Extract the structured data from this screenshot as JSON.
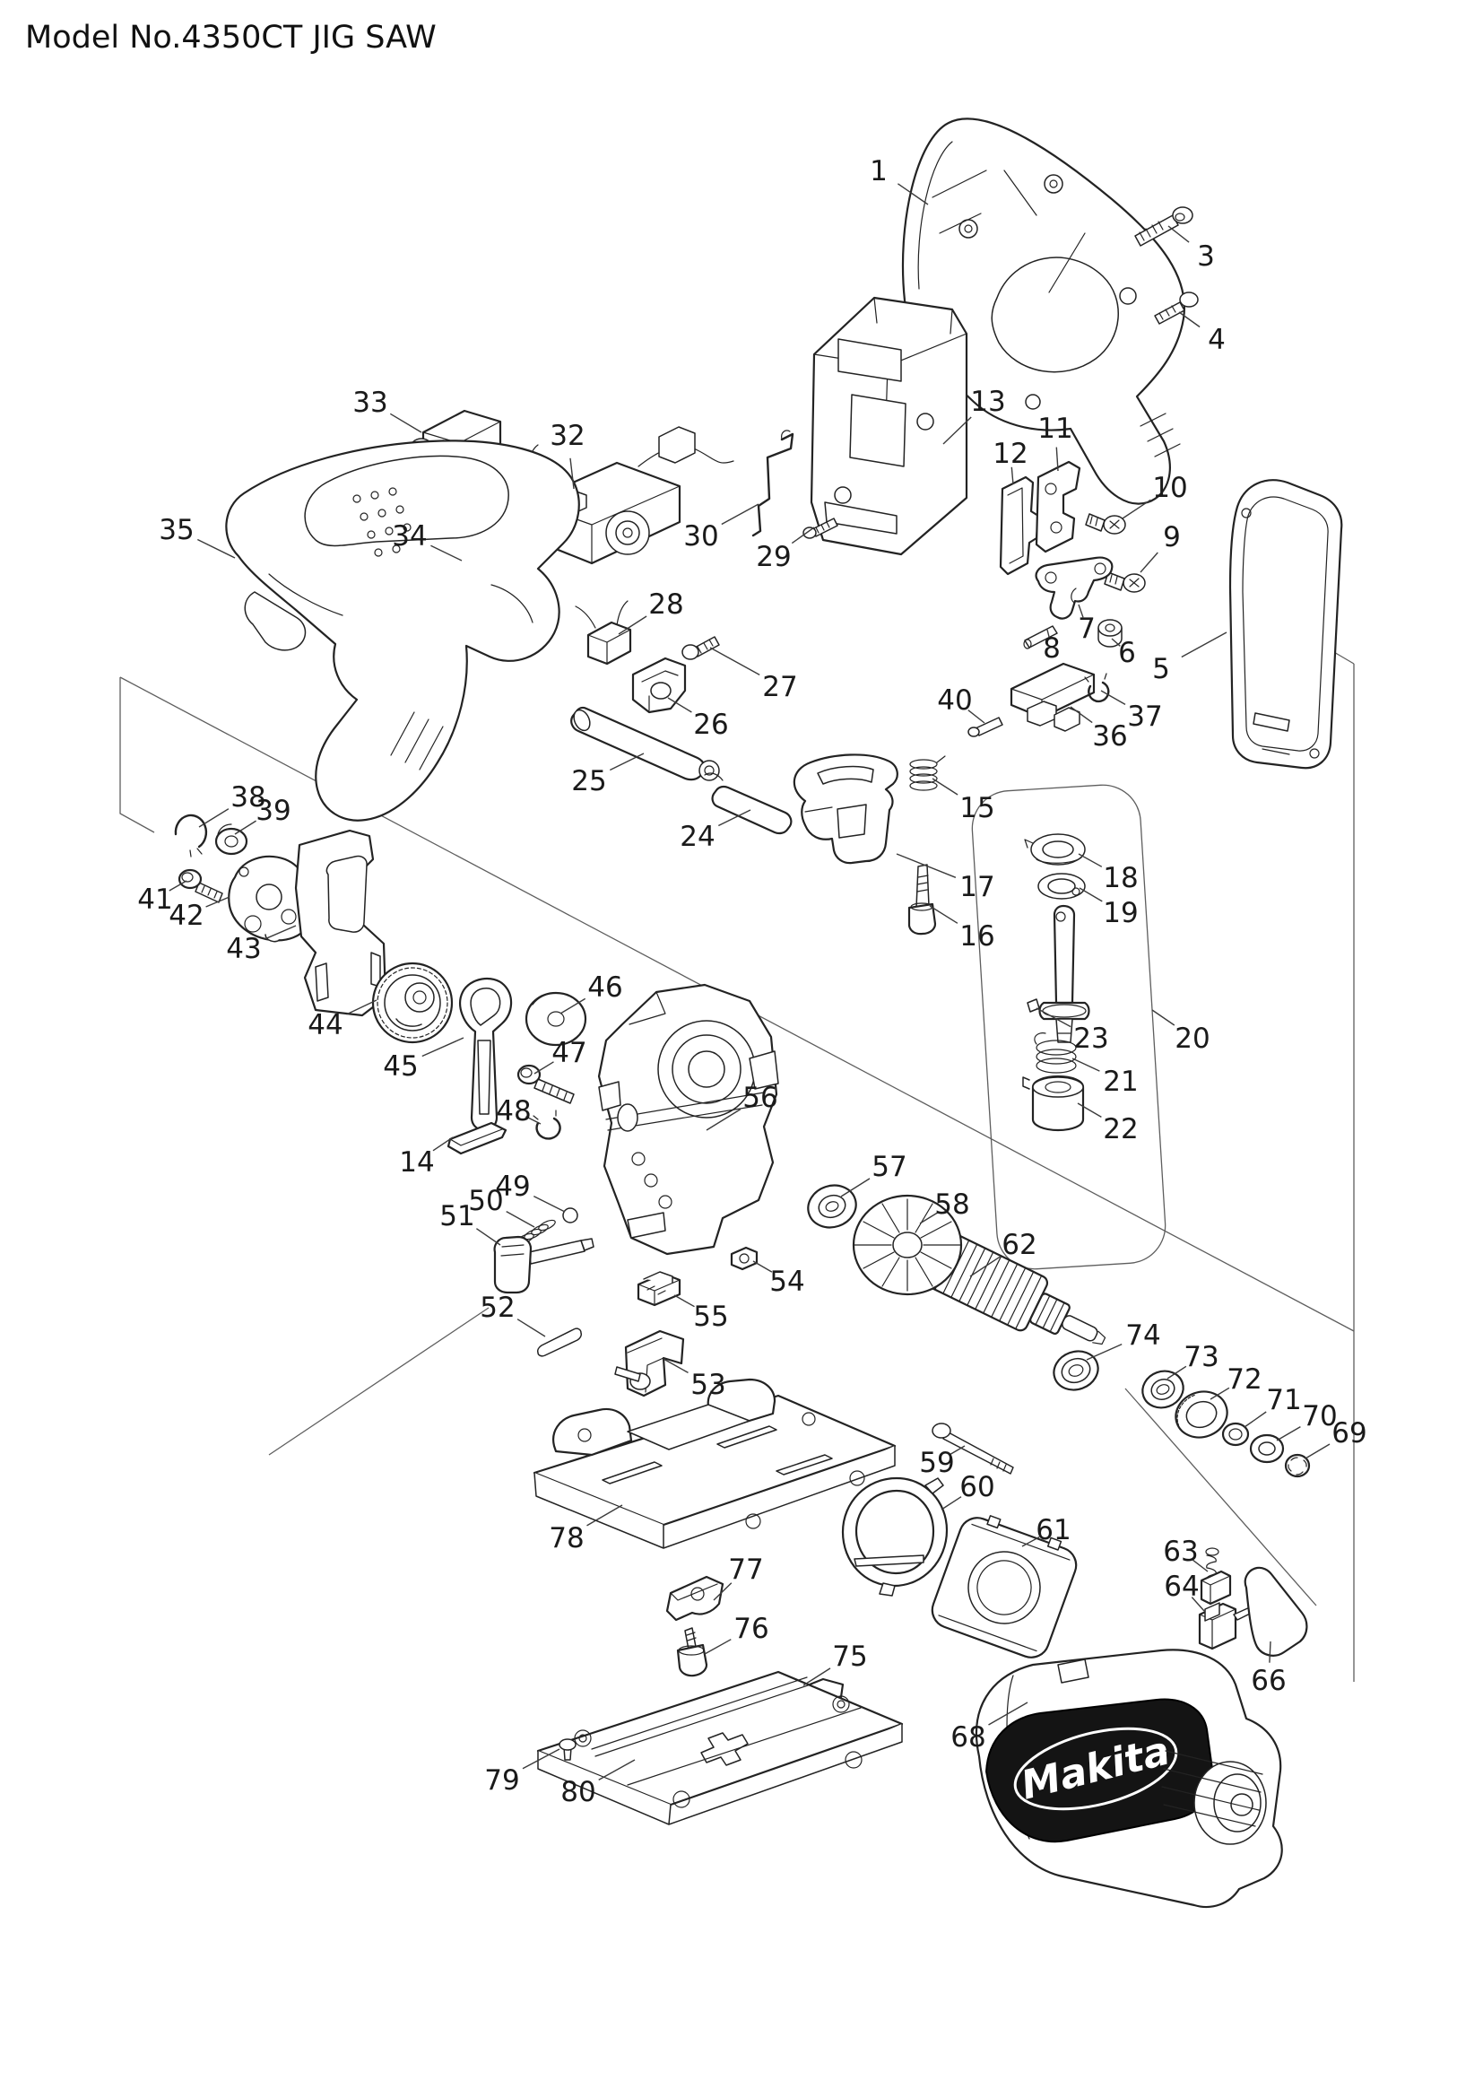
{
  "title": "Model No.4350CT JIG SAW",
  "brand_logo": "Makita",
  "diagram": {
    "ink": "#232323",
    "leader_color": "#3b3b3b",
    "label_font_size": 31,
    "parts": [
      {
        "num": "1",
        "label": [
          980,
          190
        ],
        "target": [
          1035,
          228
        ]
      },
      {
        "num": "3",
        "label": [
          1345,
          285
        ],
        "target": [
          1303,
          252
        ]
      },
      {
        "num": "4",
        "label": [
          1357,
          378
        ],
        "target": [
          1315,
          348
        ]
      },
      {
        "num": "5",
        "label": [
          1295,
          745
        ],
        "target": [
          1368,
          705
        ]
      },
      {
        "num": "6",
        "label": [
          1257,
          727
        ],
        "target": [
          1240,
          712
        ]
      },
      {
        "num": "7",
        "label": [
          1212,
          700
        ],
        "target": [
          1203,
          674
        ]
      },
      {
        "num": "8",
        "label": [
          1173,
          722
        ],
        "target": [
          1168,
          702
        ]
      },
      {
        "num": "9",
        "label": [
          1307,
          598
        ],
        "target": [
          1272,
          638
        ]
      },
      {
        "num": "10",
        "label": [
          1305,
          543
        ],
        "target": [
          1252,
          578
        ]
      },
      {
        "num": "11",
        "label": [
          1177,
          477
        ],
        "target": [
          1180,
          525
        ]
      },
      {
        "num": "12",
        "label": [
          1127,
          505
        ],
        "target": [
          1130,
          540
        ]
      },
      {
        "num": "13",
        "label": [
          1102,
          447
        ],
        "target": [
          1052,
          495
        ]
      },
      {
        "num": "14",
        "label": [
          465,
          1295
        ],
        "target": [
          505,
          1268
        ]
      },
      {
        "num": "15",
        "label": [
          1090,
          900
        ],
        "target": [
          1040,
          868
        ]
      },
      {
        "num": "16",
        "label": [
          1090,
          1043
        ],
        "target": [
          1037,
          1010
        ]
      },
      {
        "num": "17",
        "label": [
          1090,
          988
        ],
        "target": [
          1000,
          952
        ]
      },
      {
        "num": "18",
        "label": [
          1250,
          978
        ],
        "target": [
          1203,
          952
        ]
      },
      {
        "num": "19",
        "label": [
          1250,
          1017
        ],
        "target": [
          1204,
          990
        ]
      },
      {
        "num": "20",
        "label": [
          1330,
          1157
        ],
        "target": [
          1285,
          1126
        ]
      },
      {
        "num": "21",
        "label": [
          1250,
          1205
        ],
        "target": [
          1196,
          1180
        ]
      },
      {
        "num": "22",
        "label": [
          1250,
          1258
        ],
        "target": [
          1202,
          1230
        ]
      },
      {
        "num": "23",
        "label": [
          1217,
          1157
        ],
        "target": [
          1156,
          1124
        ]
      },
      {
        "num": "24",
        "label": [
          778,
          932
        ],
        "target": [
          837,
          903
        ]
      },
      {
        "num": "25",
        "label": [
          657,
          870
        ],
        "target": [
          718,
          840
        ]
      },
      {
        "num": "26",
        "label": [
          793,
          807
        ],
        "target": [
          745,
          778
        ]
      },
      {
        "num": "27",
        "label": [
          870,
          765
        ],
        "target": [
          792,
          722
        ]
      },
      {
        "num": "28",
        "label": [
          743,
          673
        ],
        "target": [
          690,
          707
        ]
      },
      {
        "num": "29",
        "label": [
          863,
          620
        ],
        "target": [
          908,
          588
        ]
      },
      {
        "num": "30",
        "label": [
          782,
          597
        ],
        "target": [
          846,
          562
        ]
      },
      {
        "num": "32",
        "label": [
          633,
          485
        ],
        "target": [
          640,
          545
        ]
      },
      {
        "num": "33",
        "label": [
          413,
          448
        ],
        "target": [
          470,
          482
        ]
      },
      {
        "num": "34",
        "label": [
          457,
          597
        ],
        "target": [
          515,
          625
        ]
      },
      {
        "num": "35",
        "label": [
          197,
          590
        ],
        "target": [
          262,
          622
        ]
      },
      {
        "num": "36",
        "label": [
          1238,
          820
        ],
        "target": [
          1194,
          788
        ]
      },
      {
        "num": "37",
        "label": [
          1277,
          798
        ],
        "target": [
          1228,
          770
        ]
      },
      {
        "num": "38",
        "label": [
          277,
          888
        ],
        "target": [
          222,
          922
        ]
      },
      {
        "num": "39",
        "label": [
          305,
          903
        ],
        "target": [
          262,
          930
        ]
      },
      {
        "num": "40",
        "label": [
          1065,
          780
        ],
        "target": [
          1098,
          806
        ]
      },
      {
        "num": "41",
        "label": [
          173,
          1002
        ],
        "target": [
          208,
          982
        ]
      },
      {
        "num": "42",
        "label": [
          208,
          1020
        ],
        "target": [
          256,
          1000
        ]
      },
      {
        "num": "43",
        "label": [
          272,
          1057
        ],
        "target": [
          330,
          1032
        ]
      },
      {
        "num": "44",
        "label": [
          363,
          1142
        ],
        "target": [
          420,
          1115
        ]
      },
      {
        "num": "45",
        "label": [
          447,
          1188
        ],
        "target": [
          517,
          1157
        ]
      },
      {
        "num": "46",
        "label": [
          675,
          1100
        ],
        "target": [
          625,
          1130
        ]
      },
      {
        "num": "47",
        "label": [
          635,
          1173
        ],
        "target": [
          596,
          1197
        ]
      },
      {
        "num": "48",
        "label": [
          573,
          1238
        ],
        "target": [
          603,
          1253
        ]
      },
      {
        "num": "49",
        "label": [
          572,
          1322
        ],
        "target": [
          630,
          1351
        ]
      },
      {
        "num": "50",
        "label": [
          542,
          1338
        ],
        "target": [
          596,
          1368
        ]
      },
      {
        "num": "51",
        "label": [
          510,
          1355
        ],
        "target": [
          558,
          1388
        ]
      },
      {
        "num": "52",
        "label": [
          555,
          1457
        ],
        "target": [
          608,
          1490
        ]
      },
      {
        "num": "53",
        "label": [
          790,
          1543
        ],
        "target": [
          740,
          1515
        ]
      },
      {
        "num": "54",
        "label": [
          878,
          1428
        ],
        "target": [
          840,
          1406
        ]
      },
      {
        "num": "55",
        "label": [
          793,
          1467
        ],
        "target": [
          752,
          1444
        ]
      },
      {
        "num": "56",
        "label": [
          848,
          1223
        ],
        "target": [
          788,
          1260
        ]
      },
      {
        "num": "57",
        "label": [
          992,
          1300
        ],
        "target": [
          938,
          1334
        ]
      },
      {
        "num": "58",
        "label": [
          1062,
          1342
        ],
        "target": [
          1026,
          1364
        ]
      },
      {
        "num": "59",
        "label": [
          1045,
          1630
        ],
        "target": [
          1076,
          1612
        ]
      },
      {
        "num": "60",
        "label": [
          1090,
          1657
        ],
        "target": [
          1050,
          1683
        ]
      },
      {
        "num": "61",
        "label": [
          1175,
          1705
        ],
        "target": [
          1140,
          1724
        ]
      },
      {
        "num": "62",
        "label": [
          1137,
          1387
        ],
        "target": [
          1082,
          1423
        ]
      },
      {
        "num": "63",
        "label": [
          1317,
          1729
        ],
        "target": [
          1347,
          1752
        ]
      },
      {
        "num": "64",
        "label": [
          1318,
          1768
        ],
        "target": [
          1343,
          1796
        ]
      },
      {
        "num": "66",
        "label": [
          1415,
          1873
        ],
        "target": [
          1417,
          1830
        ]
      },
      {
        "num": "68",
        "label": [
          1080,
          1936
        ],
        "target": [
          1146,
          1898
        ]
      },
      {
        "num": "69",
        "label": [
          1505,
          1597
        ],
        "target": [
          1456,
          1626
        ]
      },
      {
        "num": "70",
        "label": [
          1472,
          1578
        ],
        "target": [
          1424,
          1606
        ]
      },
      {
        "num": "71",
        "label": [
          1432,
          1560
        ],
        "target": [
          1388,
          1591
        ]
      },
      {
        "num": "72",
        "label": [
          1388,
          1537
        ],
        "target": [
          1350,
          1560
        ]
      },
      {
        "num": "73",
        "label": [
          1340,
          1512
        ],
        "target": [
          1302,
          1537
        ]
      },
      {
        "num": "74",
        "label": [
          1275,
          1488
        ],
        "target": [
          1212,
          1516
        ]
      },
      {
        "num": "75",
        "label": [
          948,
          1846
        ],
        "target": [
          896,
          1879
        ]
      },
      {
        "num": "76",
        "label": [
          838,
          1815
        ],
        "target": [
          786,
          1844
        ]
      },
      {
        "num": "77",
        "label": [
          832,
          1749
        ],
        "target": [
          796,
          1784
        ]
      },
      {
        "num": "78",
        "label": [
          632,
          1714
        ],
        "target": [
          694,
          1678
        ]
      },
      {
        "num": "79",
        "label": [
          560,
          1984
        ],
        "target": [
          624,
          1950
        ]
      },
      {
        "num": "80",
        "label": [
          645,
          1997
        ],
        "target": [
          708,
          1962
        ]
      }
    ]
  }
}
